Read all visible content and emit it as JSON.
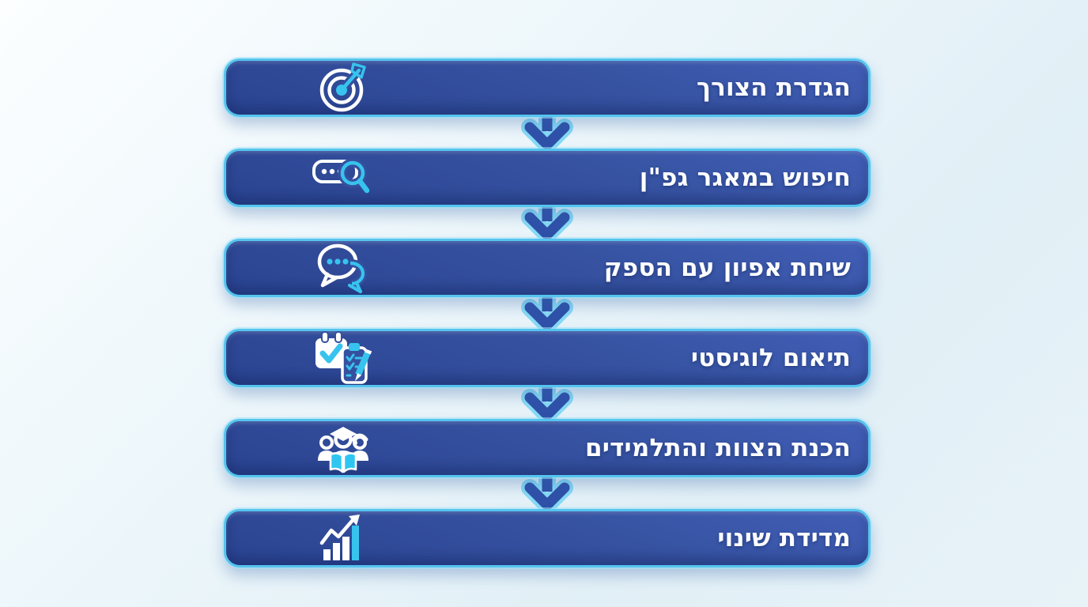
{
  "page": {
    "type": "process-flow-infographic",
    "language": "he",
    "background_color": "#e9f3f9"
  },
  "flowchart": {
    "bar_fill_top": "#415eb6",
    "bar_fill_bottom": "#2b4492",
    "bar_border_color": "#55c4ee",
    "arrow_fill": "#2f51a8",
    "arrow_outline": "#86daf6",
    "icon_white": "#ffffff",
    "icon_cyan": "#37c3ee",
    "text_color": "#ffffff",
    "steps": [
      {
        "label": "הגדרת הצורך",
        "icon": "target-icon"
      },
      {
        "label": "חיפוש במאגר גפ\"ן",
        "icon": "search-icon"
      },
      {
        "label": "שיחת אפיון עם הספק",
        "icon": "chat-bubbles-icon"
      },
      {
        "label": "תיאום לוגיסטי",
        "icon": "calendar-checklist-icon"
      },
      {
        "label": "הכנת הצוות והתלמידים",
        "icon": "team-graduation-icon"
      },
      {
        "label": "מדידת שינוי",
        "icon": "growth-chart-icon"
      }
    ]
  }
}
